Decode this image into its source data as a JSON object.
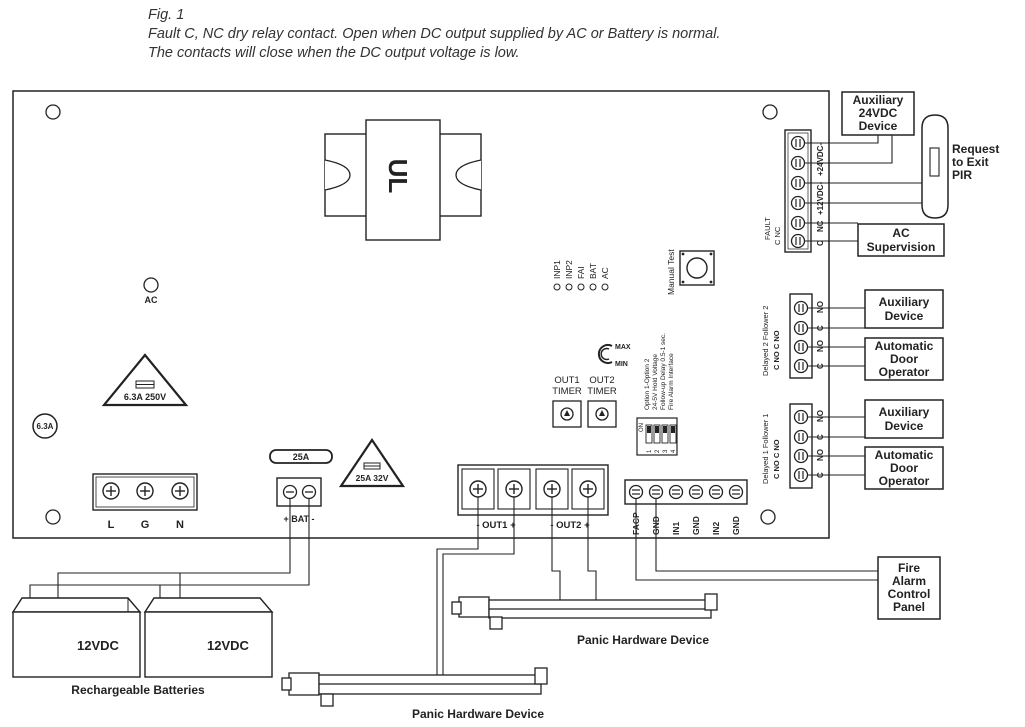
{
  "caption": {
    "fig": "Fig. 1",
    "line1": "Fault C, NC dry relay contact. Open when DC output supplied by AC or Battery is normal.",
    "line2": "The contacts will close when the DC output voltage is low."
  },
  "board": {
    "ac_led": "AC",
    "fuse_left": "6.3A 250V",
    "fuse_round": "6.3A",
    "fuse_bat": "25A",
    "fuse_bat_tri": "25A 32V",
    "manual_test": "Manual Test",
    "leds": [
      "INP1",
      "INP2",
      "FAI",
      "BAT",
      "AC"
    ],
    "pot_max": "MAX",
    "pot_min": "MIN",
    "timer1_line1": "OUT1",
    "timer1_line2": "TIMER",
    "timer2_line1": "OUT2",
    "timer2_line2": "TIMER",
    "dip_on": "ON",
    "dip_numbers": [
      "1",
      "2",
      "3",
      "4"
    ],
    "dip_labels": [
      "Option 1-Option 2",
      "24-5V Hold Voltage",
      "Follow-up Delay 0.5-1 sec.",
      "Fire Alarm Interface"
    ],
    "fault_label": "FAULT",
    "fault_c_nc": "C  NC",
    "right_terminals": [
      "-",
      "+24VDC-",
      "+12VDC-",
      "NC",
      "C"
    ],
    "follower2": "Delayed 2 Follower 2",
    "follower1": "Delayed 1 Follower 1",
    "no_c": [
      "NO",
      "C",
      "NO",
      "C"
    ],
    "no_c_side": "C    NO    C    NO",
    "ac_terms": [
      "L",
      "G",
      "N"
    ],
    "bat_term": "+ BAT -",
    "out1": "- OUT1 +",
    "out2": "- OUT2 +",
    "facp_terms": [
      "FACP",
      "GND",
      "IN1",
      "GND",
      "IN2",
      "GND"
    ]
  },
  "external": {
    "aux24": [
      "Auxiliary",
      "24VDC",
      "Device"
    ],
    "rex": [
      "Request",
      "to Exit",
      "PIR"
    ],
    "ac_sup": [
      "AC",
      "Supervision"
    ],
    "aux_device": [
      "Auxiliary",
      "Device"
    ],
    "door_op": [
      "Automatic",
      "Door",
      "Operator"
    ],
    "fire_panel": [
      "Fire",
      "Alarm",
      "Control",
      "Panel"
    ],
    "battery_label": "12VDC",
    "batteries_caption": "Rechargeable Batteries",
    "panic1": "Panic Hardware Device",
    "panic2": "Panic Hardware Device"
  }
}
